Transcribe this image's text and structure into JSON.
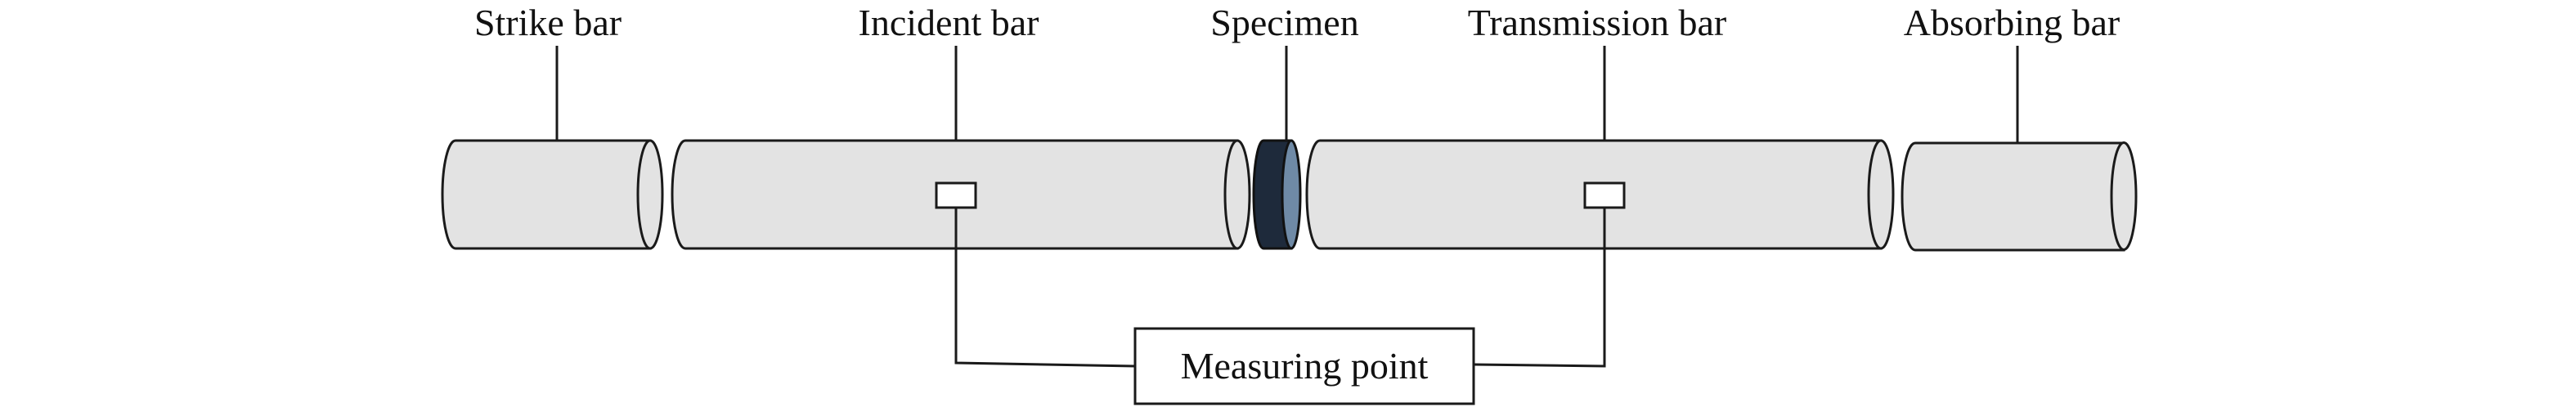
{
  "labels": {
    "strike_bar": "Strike bar",
    "incident_bar": "Incident bar",
    "specimen": "Specimen",
    "transmission_bar": "Transmission bar",
    "absorbing_bar": "Absorbing bar",
    "measuring_point": "Measuring point"
  },
  "colors": {
    "bar_fill": "#e3e3e3",
    "outline": "#1a1a1a",
    "specimen_fill": "#1e2a3b",
    "specimen_face": "#6f8aa6"
  }
}
